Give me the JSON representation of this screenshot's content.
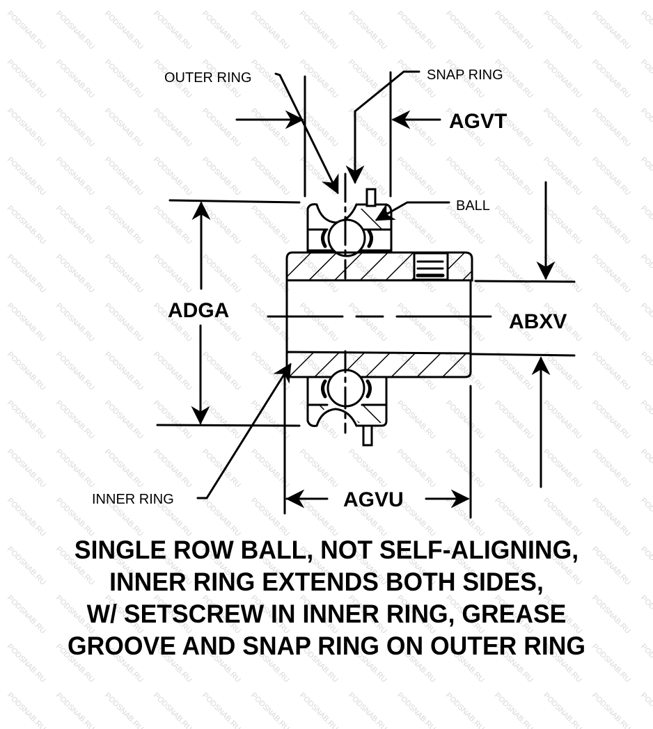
{
  "diagram": {
    "type": "ball-bearing-cross-section",
    "watermark": "PODSNAB.RU",
    "colors": {
      "ink": "#000000",
      "background": "#ffffff",
      "watermark": "#d8d8d8"
    },
    "part_labels": {
      "outer_ring": "OUTER RING",
      "snap_ring": "SNAP RING",
      "ball": "BALL",
      "inner_ring": "INNER RING"
    },
    "dimension_labels": {
      "agvt": "AGVT",
      "adga": "ADGA",
      "abxv": "ABXV",
      "agvu": "AGVU"
    },
    "caption": [
      "SINGLE ROW BALL, NOT SELF-ALIGNING,",
      "INNER RING EXTENDS BOTH SIDES,",
      "W/ SETSCREW IN INNER RING, GREASE",
      "GROOVE AND SNAP RING ON OUTER RING"
    ]
  }
}
